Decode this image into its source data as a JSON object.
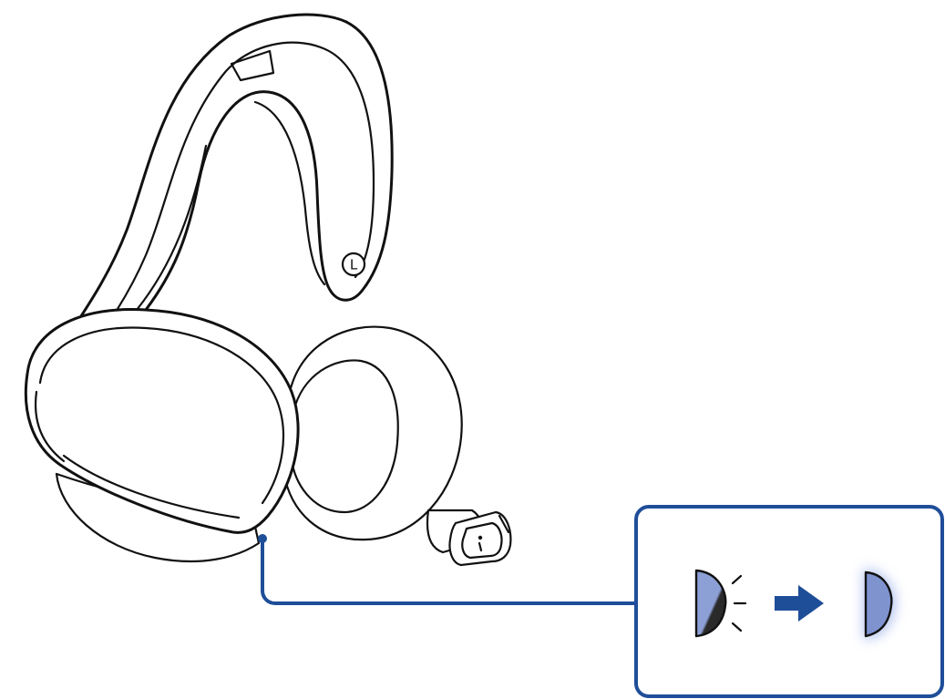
{
  "diagram": {
    "side_marker_letter": "L",
    "colors": {
      "callout_border": "#1f4e99",
      "callout_line": "#1f4e99",
      "arrow": "#1f4e99",
      "light_on_fill": "#7f93cf",
      "light_glow": "#8fa6e8",
      "light_blinking_dark": "#2a2a2a",
      "light_blinking_light": "#8da0d6",
      "ink": "#111111"
    },
    "icons": {
      "headset": "headset-icon",
      "blinking_indicator": "indicator-light-blinking-icon",
      "transition_arrow": "arrow-right-icon",
      "steady_indicator": "indicator-light-steady-icon",
      "light_location_dot": "light-location-dot-icon"
    },
    "indicator_sequence": [
      "blinking",
      "steady"
    ]
  }
}
